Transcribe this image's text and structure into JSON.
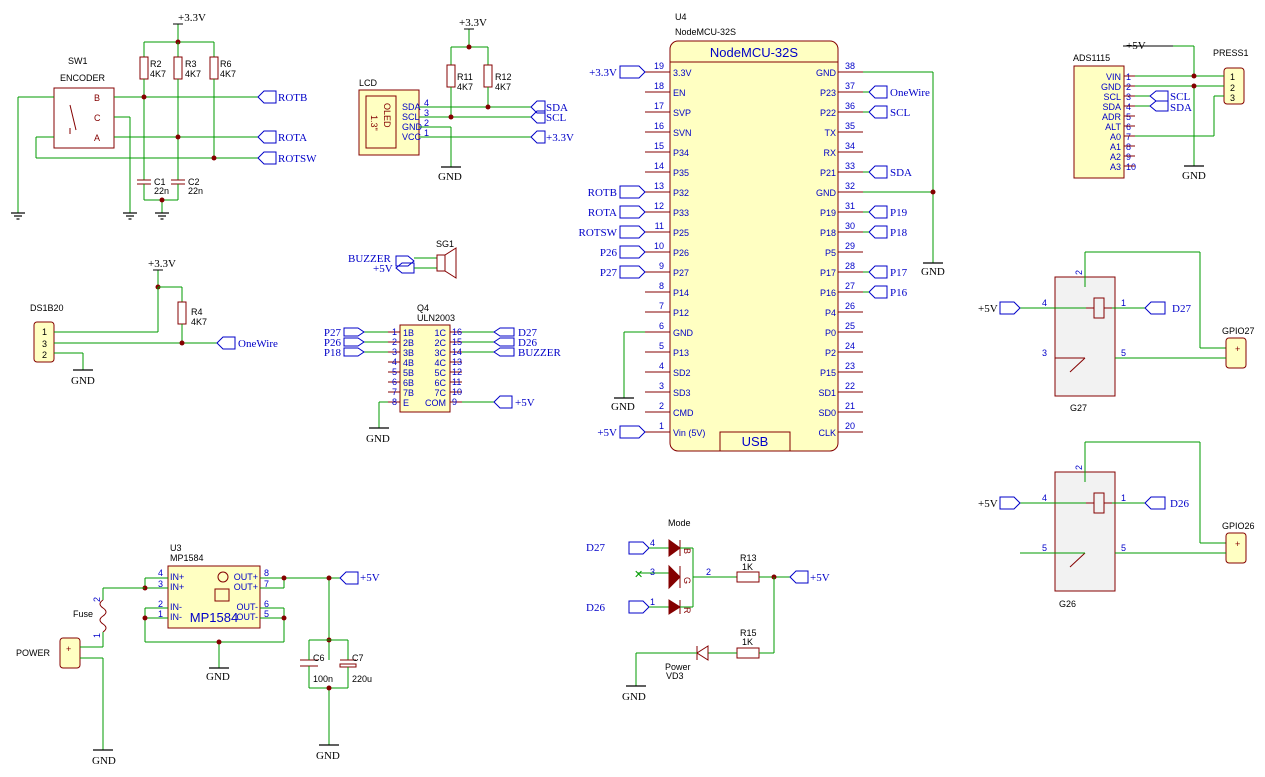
{
  "supply": {
    "v33": "+3.3V",
    "v5": "+5V",
    "gnd": "GND"
  },
  "encoder": {
    "ref": "SW1",
    "name": "ENCODER",
    "pins": [
      "B",
      "C",
      "A"
    ],
    "r2": "R2",
    "r3": "R3",
    "r6": "R6",
    "rval": "4K7",
    "c1": "C1",
    "c2": "C2",
    "cval": "22n",
    "labels": [
      "ROTB",
      "ROTA",
      "ROTSW"
    ]
  },
  "lcd": {
    "ref": "LCD",
    "part": "OLED",
    "size": "1.3\"",
    "pins": [
      "SDA",
      "SCL",
      "GND",
      "VCC"
    ],
    "pinnums": [
      "4",
      "3",
      "2",
      "1"
    ],
    "r11": "R11",
    "r12": "R12",
    "rval": "4K7",
    "labels": [
      "SDA",
      "SCL",
      "+3.3V"
    ]
  },
  "ds": {
    "ref": "DS1B20",
    "pins": [
      "1",
      "3",
      "2"
    ],
    "r4": "R4",
    "rval": "4K7",
    "label": "OneWire"
  },
  "buzzer": {
    "ref": "SG1",
    "labels": [
      "BUZZER",
      "+5V"
    ]
  },
  "uln": {
    "ref": "Q4",
    "name": "ULN2003",
    "left_nums": [
      "1",
      "2",
      "3",
      "4",
      "5",
      "6",
      "7",
      "8"
    ],
    "left_names": [
      "1B",
      "2B",
      "3B",
      "4B",
      "5B",
      "6B",
      "7B",
      "E"
    ],
    "right_nums": [
      "16",
      "15",
      "14",
      "13",
      "12",
      "11",
      "10",
      "9"
    ],
    "right_names": [
      "1C",
      "2C",
      "3C",
      "4C",
      "5C",
      "6C",
      "7C",
      "COM"
    ],
    "in_labels": [
      "P27",
      "P26",
      "P18"
    ],
    "out_labels": [
      "D27",
      "D26",
      "BUZZER"
    ],
    "com_label": "+5V"
  },
  "mcu": {
    "ref": "U4",
    "name": "NodeMCU-32S",
    "title": "NodeMCU-32S",
    "usb": "USB",
    "left_nums": [
      "19",
      "18",
      "17",
      "16",
      "15",
      "14",
      "13",
      "12",
      "11",
      "10",
      "9",
      "8",
      "7",
      "6",
      "5",
      "4",
      "3",
      "2",
      "1"
    ],
    "left_names": [
      "3.3V",
      "EN",
      "SVP",
      "SVN",
      "P34",
      "P35",
      "P32",
      "P33",
      "P25",
      "P26",
      "P27",
      "P14",
      "P12",
      "GND",
      "P13",
      "SD2",
      "SD3",
      "CMD",
      "Vin (5V)"
    ],
    "right_nums": [
      "38",
      "37",
      "36",
      "35",
      "34",
      "33",
      "32",
      "31",
      "30",
      "29",
      "28",
      "27",
      "26",
      "25",
      "24",
      "23",
      "22",
      "21",
      "20"
    ],
    "right_names": [
      "GND",
      "P23",
      "P22",
      "TX",
      "RX",
      "P21",
      "GND",
      "P19",
      "P18",
      "P5",
      "P17",
      "P16",
      "P4",
      "P0",
      "P2",
      "P15",
      "SD1",
      "SD0",
      "CLK"
    ],
    "left_labels": [
      "+3.3V",
      "ROTB",
      "ROTA",
      "ROTSW",
      "P26",
      "P27",
      "+5V"
    ],
    "right_labels": [
      "OneWire",
      "SCL",
      "SDA",
      "P19",
      "P18",
      "P17",
      "P16"
    ]
  },
  "ads": {
    "ref": "ADS1115",
    "pins": [
      "VIN",
      "GND",
      "SCL",
      "SDA",
      "ADR",
      "ALT",
      "A0",
      "A1",
      "A2",
      "A3"
    ],
    "nums": [
      "1",
      "2",
      "3",
      "4",
      "5",
      "6",
      "7",
      "8",
      "9",
      "10"
    ],
    "labels": [
      "SCL",
      "SDA"
    ],
    "press": "PRESS1",
    "press_nums": [
      "1",
      "2",
      "3"
    ]
  },
  "relay27": {
    "ref": "G27",
    "header": "GPIO27",
    "label": "D27",
    "pins": [
      "4",
      "1",
      "3",
      "5",
      "2"
    ]
  },
  "relay26": {
    "ref": "G26",
    "header": "GPIO26",
    "label": "D26",
    "pins": [
      "4",
      "1",
      "5",
      "5",
      "2"
    ]
  },
  "mp": {
    "ref": "U3",
    "name": "MP1584",
    "body": "MP1584",
    "lpins": [
      "IN+",
      "IN+",
      "IN-",
      "IN-"
    ],
    "lnums": [
      "4",
      "3",
      "2",
      "1"
    ],
    "rpins": [
      "OUT+",
      "OUT+",
      "OUT-",
      "OUT-"
    ],
    "rnums": [
      "8",
      "7",
      "6",
      "5"
    ],
    "fuse": "Fuse",
    "power": "POWER",
    "c6": "C6",
    "c6v": "100n",
    "c7": "C7",
    "c7v": "220u",
    "fuse_pins": [
      "2",
      "1"
    ]
  },
  "led": {
    "mode": "Mode",
    "rgb": [
      "B",
      "G",
      "R"
    ],
    "nums": [
      "4",
      "3",
      "1",
      "2"
    ],
    "r13": "R13",
    "r15": "R15",
    "rval": "1K",
    "power": "Power",
    "vd3": "VD3",
    "labels": [
      "D27",
      "D26",
      "+5V"
    ]
  }
}
